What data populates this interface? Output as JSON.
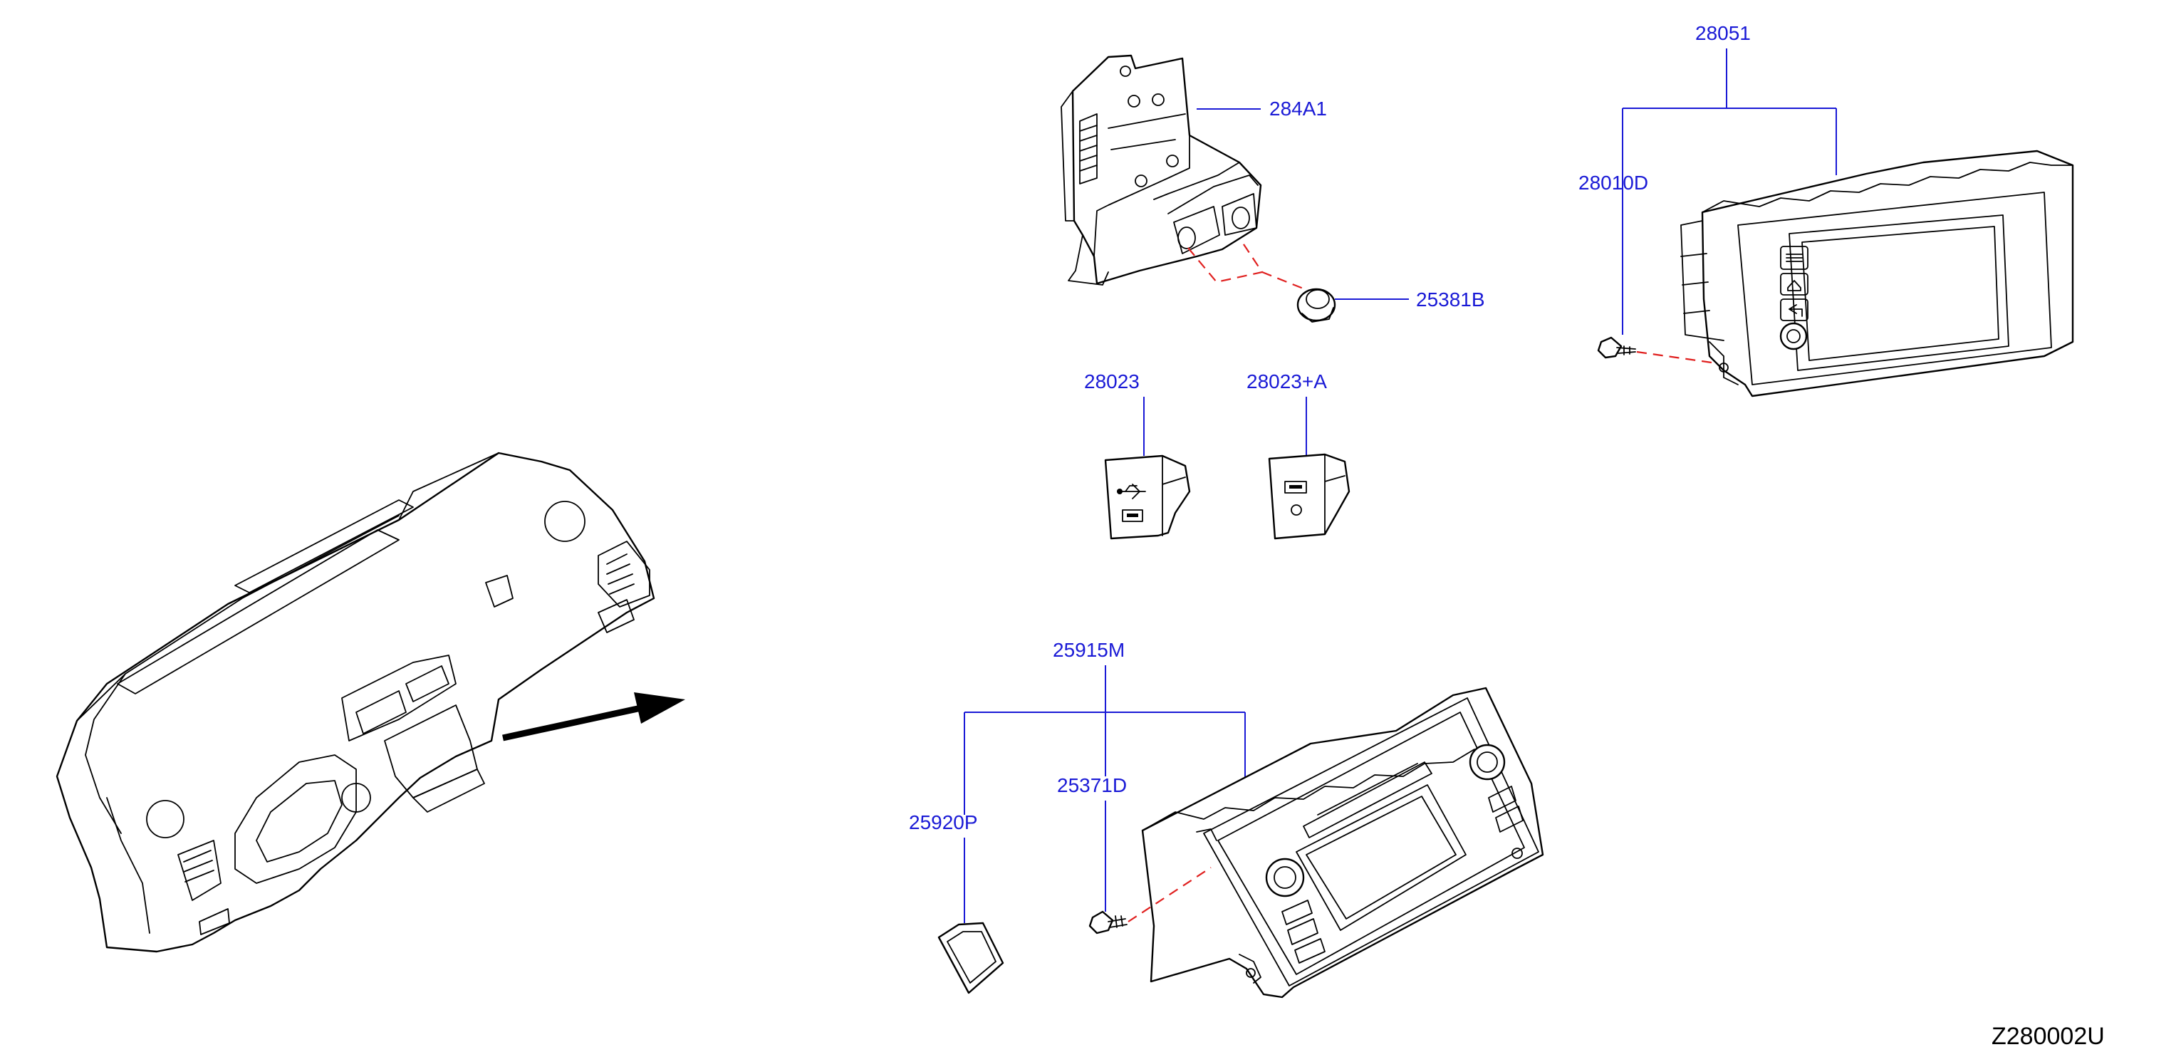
{
  "diagram_code": "Z280002U",
  "colors": {
    "callout_text": "#1a1ad6",
    "leader_line": "#1a1ad6",
    "fastener_path": "#e0201f",
    "outline": "#000000",
    "background": "#ffffff"
  },
  "callouts": {
    "p284A1": "284A1",
    "p25381B": "25381B",
    "p28051": "28051",
    "p28010D": "28010D",
    "p28023": "28023",
    "p28023A": "28023+A",
    "p25915M": "25915M",
    "p25371D": "25371D",
    "p25920P": "25920P"
  },
  "icons": {
    "display_unit_buttons": [
      "menu-icon",
      "home-icon",
      "back-icon"
    ],
    "usb_jack": "usb-icon"
  }
}
